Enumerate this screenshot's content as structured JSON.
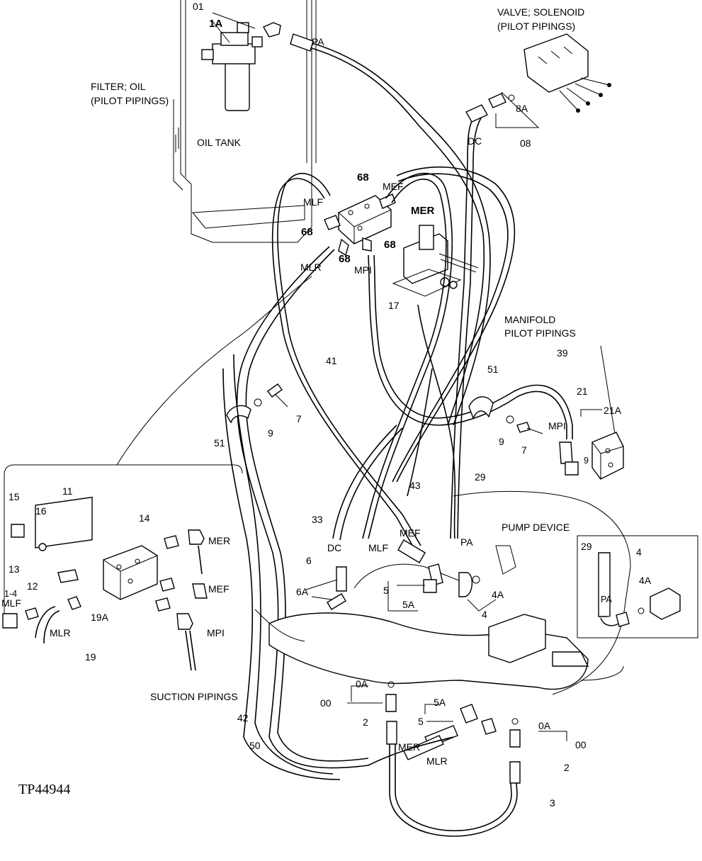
{
  "diagram": {
    "figure_id": "TP44944",
    "area_labels": {
      "valve_solenoid": [
        "VALVE; SOLENOID",
        "(PILOT PIPINGS)"
      ],
      "filter_oil": [
        "FILTER; OIL",
        "(PILOT PIPINGS)"
      ],
      "oil_tank": "OIL TANK",
      "manifold": [
        "MANIFOLD",
        "PILOT PIPINGS"
      ],
      "pump_device": "PUMP DEVICE",
      "suction_pipings": "SUCTION PIPINGS"
    },
    "callouts": {
      "c01": "01",
      "c1A": "1A",
      "PA_top": "PA",
      "c8A": "8A",
      "c08": "08",
      "DC_top": "DC",
      "c68_a": "68",
      "MEF_top": "MEF",
      "MER_top": "MER",
      "MLF_top": "MLF",
      "c68_b": "68",
      "c68_c": "68",
      "c68_d": "68",
      "MLR_top": "MLR",
      "MPI_top": "MPI",
      "c17": "17",
      "c41": "41",
      "c51_left": "51",
      "c9_left": "9",
      "c7_left": "7",
      "c51_right": "51",
      "c39": "39",
      "c21": "21",
      "c21A": "21A",
      "MPI_right": "MPI",
      "c9_right": "9",
      "c7_right": "7",
      "c9_small": "9",
      "c29": "29",
      "c43": "43",
      "c33": "33",
      "DC_mid": "DC",
      "c6": "6",
      "c6A": "6A",
      "MEF_mid": "MEF",
      "MLF_mid": "MLF",
      "PA_mid": "PA",
      "c5": "5",
      "c5A": "5A",
      "c4A": "4A",
      "c4": "4",
      "c0A_left": "0A",
      "c00_left": "00",
      "c2_left": "2",
      "c5A_low": "5A",
      "c5_low": "5",
      "c42": "42",
      "c50": "50",
      "MER_low": "MER",
      "MLR_low": "MLR",
      "c0A_right": "0A",
      "c00_right": "00",
      "c2_right": "2",
      "c3": "3",
      "inset_29": "29",
      "inset_4": "4",
      "inset_4A": "4A",
      "inset_PA": "PA",
      "d15": "15",
      "d11": "11",
      "d16": "16",
      "d14": "14",
      "d13": "13",
      "d12": "12",
      "dMER": "MER",
      "dMEF": "MEF",
      "dMLF": "MLF",
      "d19A": "19A",
      "dMLR": "MLR",
      "d19": "19",
      "dMPI": "MPI",
      "d1_4": "1-4"
    }
  }
}
